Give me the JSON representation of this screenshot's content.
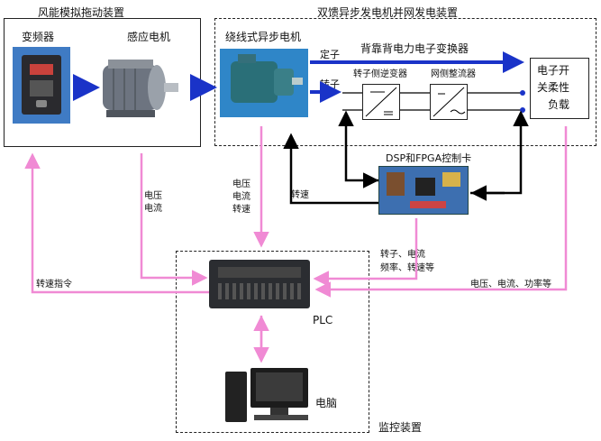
{
  "left_box": {
    "title": "风能模拟拖动装置",
    "inverter_label": "变频器",
    "motor_label": "感应电机"
  },
  "right_box": {
    "title": "双馈异步发电机并网发电装置",
    "generator_label": "绕线式异步电机",
    "stator_label": "定子",
    "rotor_label": "转子",
    "backup_converter_label": "背靠背电力电子变换器",
    "rotor_converter_label": "转子侧逆变器",
    "grid_converter_label": "网侧整流器",
    "load_label_lines": [
      "电子开",
      "关柔性",
      "负载"
    ]
  },
  "dsp": {
    "label": "DSP和FPGA控制卡"
  },
  "monitor_box": {
    "title": "监控装置",
    "plc_label": "PLC",
    "pc_label": "电脑"
  },
  "signals": {
    "speed": "转速",
    "motor_current_lines": [
      "电压",
      "电流"
    ],
    "gen_signal_lines": [
      "电压",
      "电流",
      "转速"
    ],
    "rotor_signal_lines": [
      "转子、电流",
      "频率、转速等"
    ],
    "grid_signal": "电压、电流、功率等",
    "speed_command": "转速指令"
  }
}
